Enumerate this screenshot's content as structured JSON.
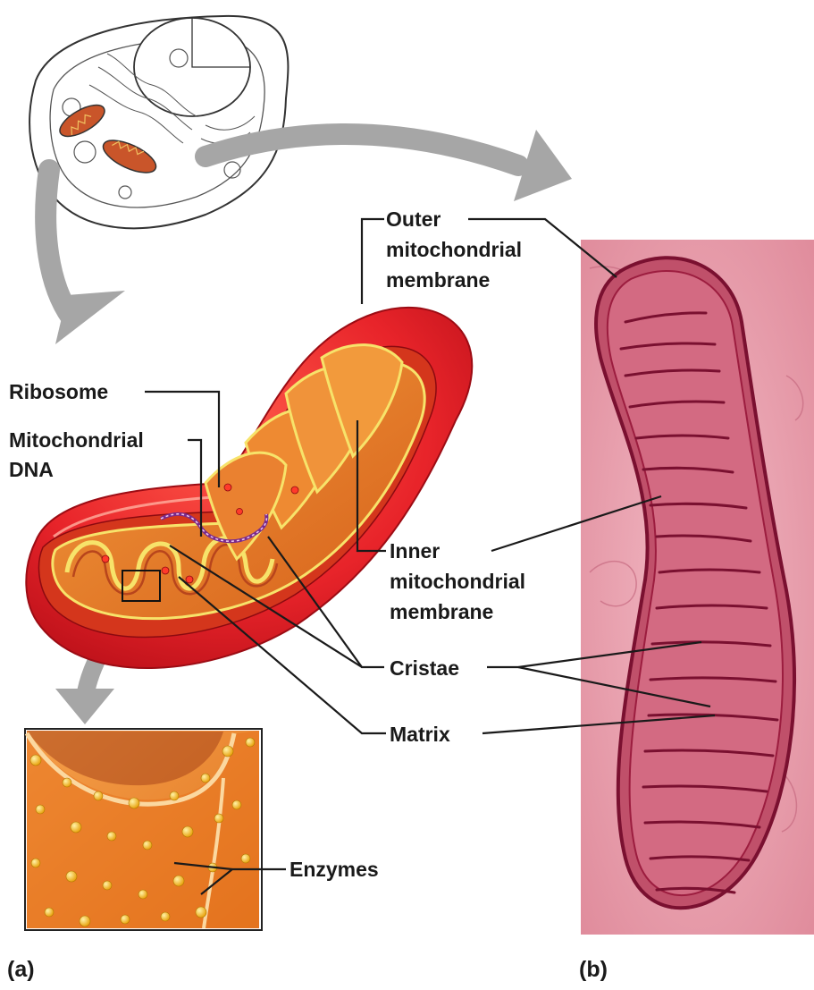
{
  "labels": {
    "outer_membrane": [
      "Outer",
      "mitochondrial",
      "membrane"
    ],
    "ribosome": "Ribosome",
    "mito_dna": [
      "Mitochondrial",
      "DNA"
    ],
    "inner_membrane": [
      "Inner",
      "mitochondrial",
      "membrane"
    ],
    "cristae": "Cristae",
    "matrix": "Matrix",
    "enzymes": "Enzymes"
  },
  "panels": {
    "a": "(a)",
    "b": "(b)"
  },
  "colors": {
    "outer_red": "#e8242a",
    "inner_orange": "#e8731e",
    "crista_yellow": "#f7e36a",
    "em_pink": "#e69aa8",
    "em_dark": "#9c1d3f",
    "arrow_gray": "#a6a6a6",
    "enzyme_gold": "#f4b51c"
  }
}
